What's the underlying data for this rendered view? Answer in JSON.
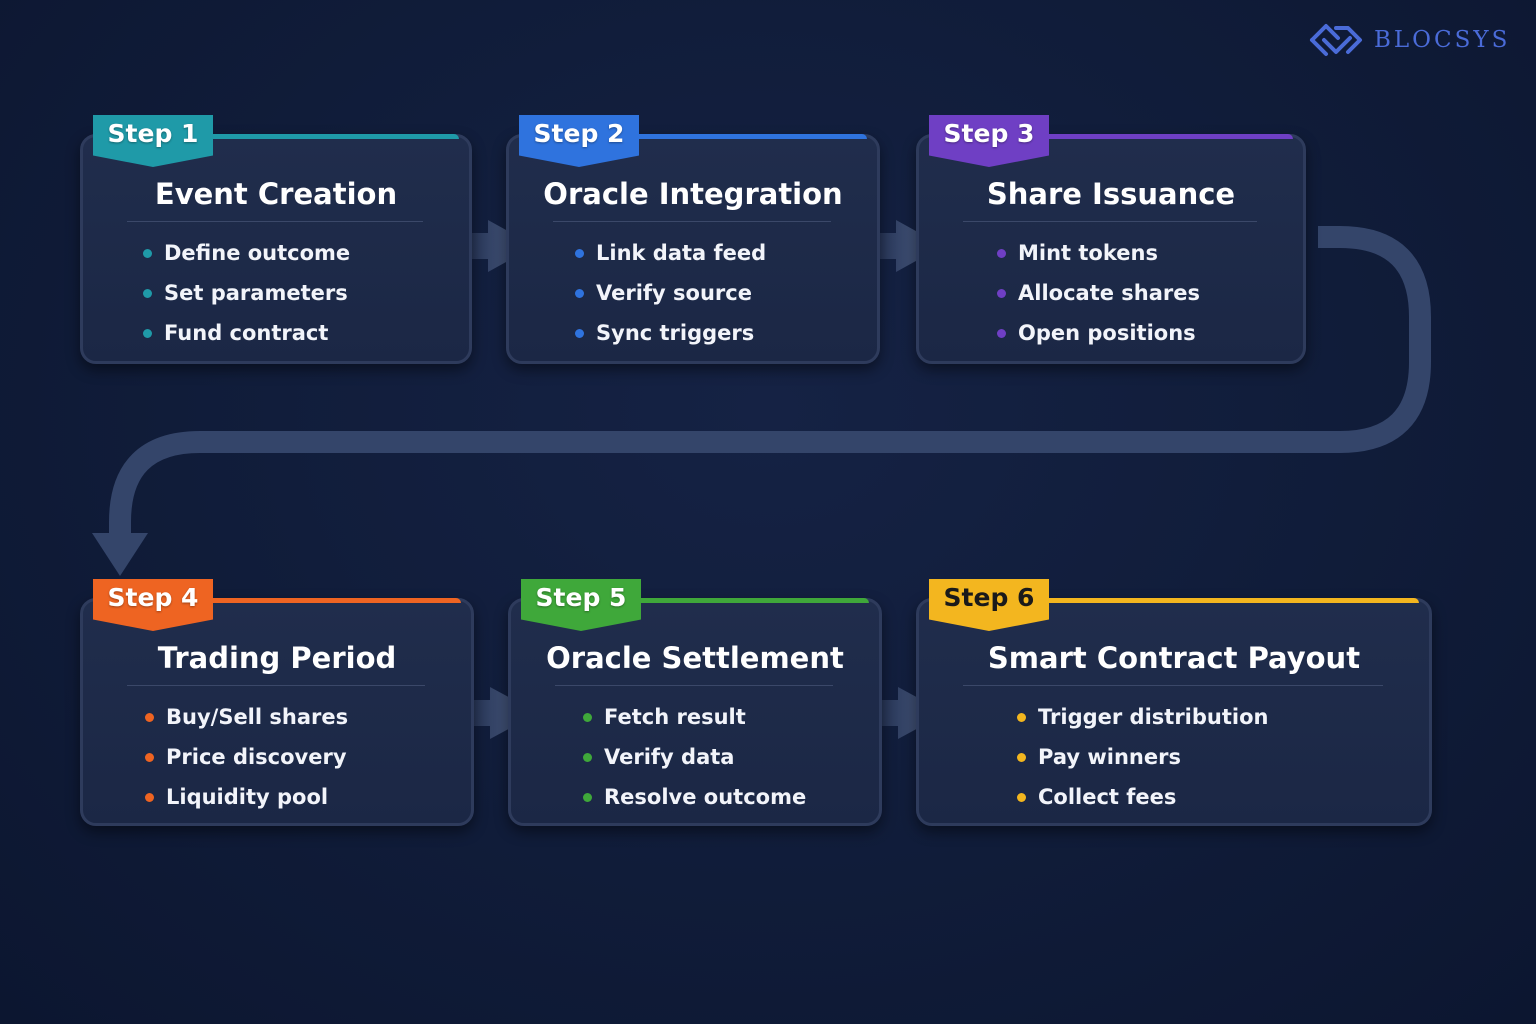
{
  "brand": {
    "name": "BLOCSYS",
    "icon": "diamond-link-logo",
    "color": "#4a6bd8"
  },
  "steps": [
    {
      "badge": "Step 1",
      "title": "Event Creation",
      "color": "#1f9aa8",
      "items": [
        "Define outcome",
        "Set parameters",
        "Fund contract"
      ]
    },
    {
      "badge": "Step 2",
      "title": "Oracle Integration",
      "color": "#2f73de",
      "items": [
        "Link data feed",
        "Verify source",
        "Sync triggers"
      ]
    },
    {
      "badge": "Step 3",
      "title": "Share Issuance",
      "color": "#6f3fc4",
      "items": [
        "Mint tokens",
        "Allocate shares",
        "Open positions"
      ]
    },
    {
      "badge": "Step 4",
      "title": "Trading Period",
      "color": "#ee6422",
      "items": [
        "Buy/Sell shares",
        "Price discovery",
        "Liquidity pool"
      ]
    },
    {
      "badge": "Step 5",
      "title": "Oracle Settlement",
      "color": "#3fa83a",
      "items": [
        "Fetch result",
        "Verify data",
        "Resolve outcome"
      ]
    },
    {
      "badge": "Step 6",
      "title": "Smart Contract Payout",
      "color": "#f3b61f",
      "items": [
        "Trigger distribution",
        "Pay winners",
        "Collect fees"
      ]
    }
  ]
}
